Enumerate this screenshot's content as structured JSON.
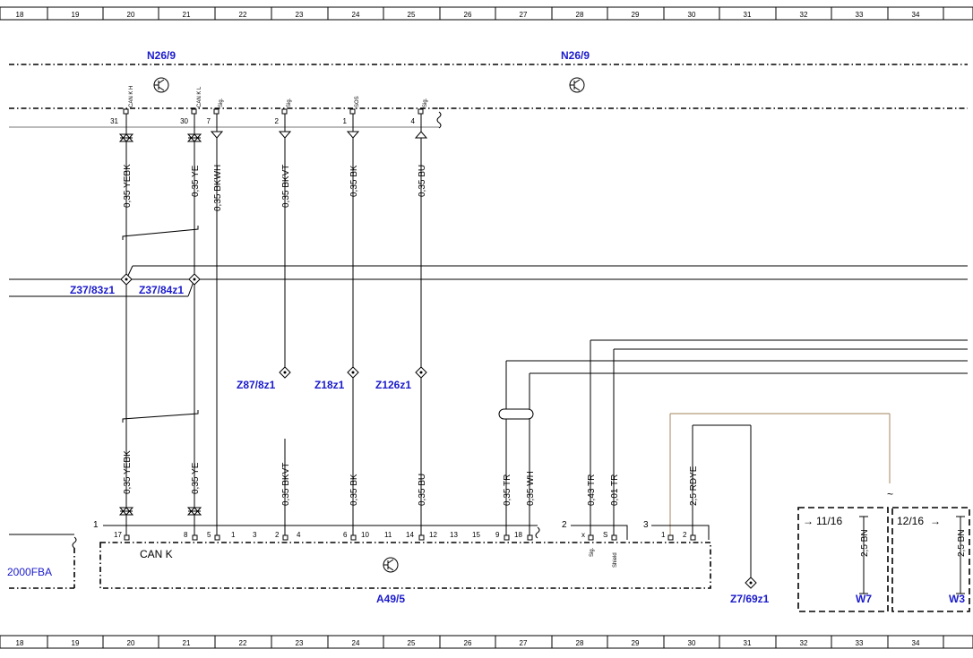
{
  "grid": {
    "top": [
      "18",
      "19",
      "20",
      "21",
      "22",
      "23",
      "24",
      "25",
      "26",
      "27",
      "28",
      "29",
      "30",
      "31",
      "32",
      "33",
      "34"
    ],
    "bottom": [
      "18",
      "19",
      "20",
      "21",
      "22",
      "23",
      "24",
      "25",
      "26",
      "27",
      "28",
      "29",
      "30",
      "31",
      "32",
      "33",
      "34"
    ]
  },
  "module_top": {
    "label_left": "N26/9",
    "label_right": "N26/9"
  },
  "top_pins": [
    {
      "num": "31",
      "tag": "CAN K H"
    },
    {
      "num": "30",
      "tag": "CAN K L"
    },
    {
      "num": "7",
      "tag": "Sig."
    },
    {
      "num": "2",
      "tag": "Sig."
    },
    {
      "num": "1",
      "tag": "SOS"
    },
    {
      "num": "4",
      "tag": "Sig."
    }
  ],
  "upper_wires": [
    "0,35 YEBK",
    "0,35 YE",
    "0,35 BKWH",
    "0,35 BKVT",
    "0,35 BK",
    "0,35 BU"
  ],
  "splices": {
    "z37_83": "Z37/83z1",
    "z37_84": "Z37/84z1",
    "z87": "Z87/8z1",
    "z18": "Z18z1",
    "z126": "Z126z1",
    "z7": "Z7/69z1"
  },
  "lower_wires": [
    "0,35 YEBK",
    "0,35 YE",
    "0,35 BKVT",
    "0,35 BK",
    "0,35 BU",
    "0,35 TR",
    "0,35 WH",
    "0,43 TR",
    "0,01 TR",
    "2,5 RDYE"
  ],
  "connector1": {
    "num": "1",
    "pins": [
      "17",
      "8",
      "5",
      "1",
      "3",
      "2",
      "4",
      "6",
      "10",
      "11",
      "14",
      "12",
      "13",
      "15",
      "9",
      "18"
    ]
  },
  "connector2": {
    "num": "2",
    "pins": [
      "x",
      "S"
    ],
    "tags": [
      "Sig.",
      "Shield"
    ]
  },
  "connector3": {
    "num": "3",
    "pins": [
      "1",
      "2"
    ]
  },
  "module_bottom": {
    "label": "A49/5",
    "can_text": "CAN K"
  },
  "left_box": {
    "label": "2000FBA"
  },
  "right_boxes": [
    {
      "ref": "11/16",
      "wire": "2,5 BN",
      "ground": "W7"
    },
    {
      "ref": "12/16",
      "wire": "2,5 BN",
      "ground": "W3"
    }
  ],
  "symbols": {
    "tilde": "~"
  }
}
